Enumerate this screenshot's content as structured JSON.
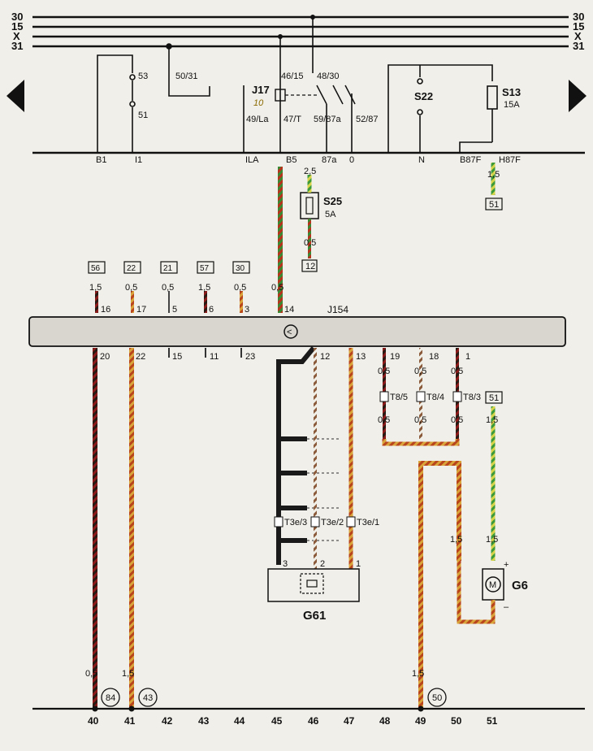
{
  "bus_labels": [
    "30",
    "15",
    "X",
    "31"
  ],
  "relay": {
    "id": "J17",
    "number": "10",
    "pins": {
      "p46": "46/15",
      "p48": "48/30",
      "p49": "49/La",
      "p47": "47/T",
      "p59": "59/87a",
      "p52": "52/87"
    }
  },
  "switch_terms": {
    "t53": "53",
    "t51": "51",
    "t5031": "50/31"
  },
  "s22": "S22",
  "s13": {
    "id": "S13",
    "rating": "15A"
  },
  "s25": {
    "id": "S25",
    "rating": "5A"
  },
  "upper_bar_labels": [
    "B1",
    "I1",
    "ILA",
    "B5",
    "87a",
    "0",
    "N",
    "B87F",
    "H87F"
  ],
  "wire_sizes": {
    "a": "2,5",
    "b": "0,5",
    "c": "1,5"
  },
  "refs": {
    "r12": "12",
    "r51": "51",
    "r51b": "51"
  },
  "connector": {
    "id": "J154"
  },
  "top_refs": [
    "56",
    "22",
    "21",
    "57",
    "30"
  ],
  "top_sizes": [
    "1,5",
    "0,5",
    "0,5",
    "1,5",
    "0,5",
    "0,5"
  ],
  "top_pins": [
    "16",
    "17",
    "5",
    "6",
    "3",
    "14"
  ],
  "bottom_pins": [
    "20",
    "22",
    "15",
    "11",
    "23",
    "12",
    "13",
    "19",
    "18",
    "1"
  ],
  "plug_t8": [
    "T8/5",
    "T8/4",
    "T8/3"
  ],
  "t8_sizes": [
    "0,5",
    "0,5",
    "0,5",
    "0,5",
    "0,5",
    "0,5",
    "1,5"
  ],
  "plug_t3": [
    "T3e/3",
    "T3e/2",
    "T3e/1"
  ],
  "g61": {
    "id": "G61",
    "pins": [
      "3",
      "2",
      "1"
    ]
  },
  "g6": {
    "id": "G6",
    "motor": "M",
    "plus": "+",
    "minus": "–"
  },
  "mid_sizes": [
    "1,5",
    "1,5"
  ],
  "bottom_sizes": [
    "0,5",
    "1,5",
    "1,5"
  ],
  "circled_refs": [
    "84",
    "43",
    "50"
  ],
  "track_numbers": [
    "40",
    "41",
    "42",
    "43",
    "44",
    "45",
    "46",
    "47",
    "48",
    "49",
    "50",
    "51"
  ]
}
